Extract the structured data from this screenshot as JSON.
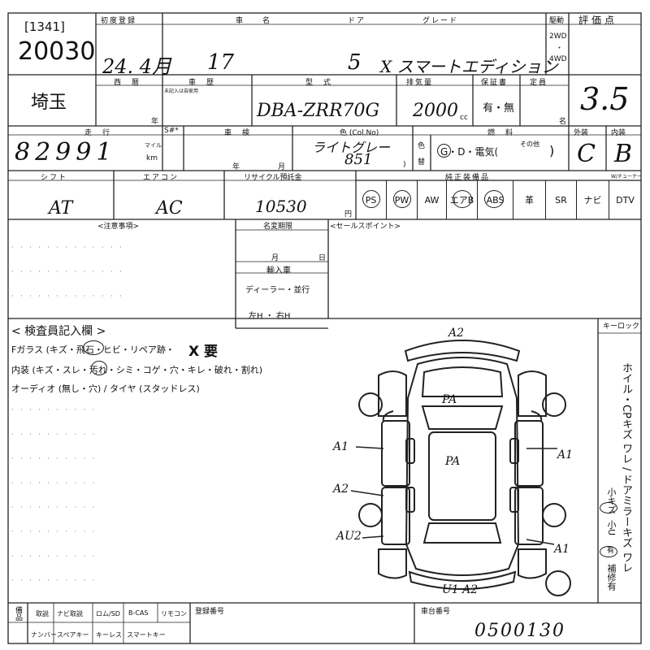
{
  "header": {
    "lot_prefix": "[1341]",
    "lot_number": "20030",
    "col_first_reg": "初度登録",
    "col_car_name": "車　　名",
    "col_door": "ドア",
    "col_grade": "グレード",
    "col_drive": "駆動",
    "col_score": "評価点",
    "first_reg": "24. 4月",
    "car_name": "17",
    "doors": "5",
    "grade": "X スマートエディション",
    "drive_2wd": "2WD",
    "drive_4wd": "4WD",
    "score": "3.5"
  },
  "row2": {
    "region": "埼玉",
    "col_year": "西　暦",
    "col_history": "車　歴",
    "history_note": "未記入は自家用",
    "year_unit": "年",
    "col_model": "型　式",
    "model": "DBA-ZRR70G",
    "col_displacement": "排気量",
    "displacement": "2000",
    "cc_unit": "cc",
    "col_warranty": "保証書",
    "warranty_options": "有・無",
    "col_capacity": "定員",
    "capacity_unit": "名"
  },
  "row3": {
    "col_mileage": "走　行",
    "mileage": "82991",
    "mileage_unit1": "マイル",
    "mileage_unit2": "km",
    "col_snum": "S#*",
    "col_inspection": "車　検",
    "year_unit": "年",
    "month_unit": "月",
    "col_color": "色 (Col.No)",
    "color": "ライトグレー",
    "color_no": "851",
    "color_change_1": "色",
    "color_change_2": "替",
    "col_fuel": "燃　料",
    "fuel_options": "G・D・電気(",
    "fuel_other": "その他",
    "fuel_close": ")",
    "col_exterior": "外装",
    "col_interior": "内装",
    "exterior_grade": "C",
    "interior_grade": "B"
  },
  "row4": {
    "col_shift": "シフト",
    "col_aircon": "エアコン",
    "col_recycle": "リサイクル預託金",
    "col_equipment": "純正装備品",
    "col_tuner": "W/チューナー",
    "shift": "AT",
    "aircon": "AC",
    "recycle": "10530",
    "yen_unit": "円",
    "equipment": [
      "PS",
      "PW",
      "AW",
      "エアB",
      "ABS",
      "革",
      "SR",
      "ナビ",
      "DTV"
    ]
  },
  "notes": {
    "col_caution": "<注意事項>",
    "col_name_change": "名変期限",
    "month_unit": "月",
    "day_unit": "日",
    "col_import": "輸入車",
    "import_dealer": "ディーラー・並行",
    "import_handle": "左H ・ 右H",
    "col_sales_points": "<セールスポイント>"
  },
  "inspector": {
    "title": "< 検査員記入欄 >",
    "line1": "Fガラス (キズ・飛石・ヒビ・リペア跡・",
    "line1_mark": "X 要",
    "line2": "内装 (キズ・スレ・汚れ・シミ・コゲ・穴・キレ・破れ・割れ)",
    "line3": "オーディオ (無し・穴) / タイヤ (スタッドレス)"
  },
  "diagram": {
    "marks": [
      "A2",
      "PA",
      "PA",
      "A1",
      "A1",
      "A2",
      "AU2",
      "A1",
      "U1 A2"
    ]
  },
  "sidebar": {
    "key_lock": "キーロック",
    "text": "ホイル・CPキズ ワレ / ドアミラーキズ ワレ",
    "small_scratch": "小キズ",
    "small_dent": "小U",
    "has": "有",
    "repaired": "補修有"
  },
  "footer": {
    "col_accessories": "備品",
    "items_row1": [
      "取説",
      "ナビ取説",
      "ロム/SD",
      "B-CAS",
      "リモコン"
    ],
    "items_row2": [
      "ナンバー",
      "スペアキー",
      "キーレス",
      "スマートキー"
    ],
    "col_reg_number": "登録番号",
    "col_chassis": "車台番号",
    "chassis": "0500130"
  }
}
